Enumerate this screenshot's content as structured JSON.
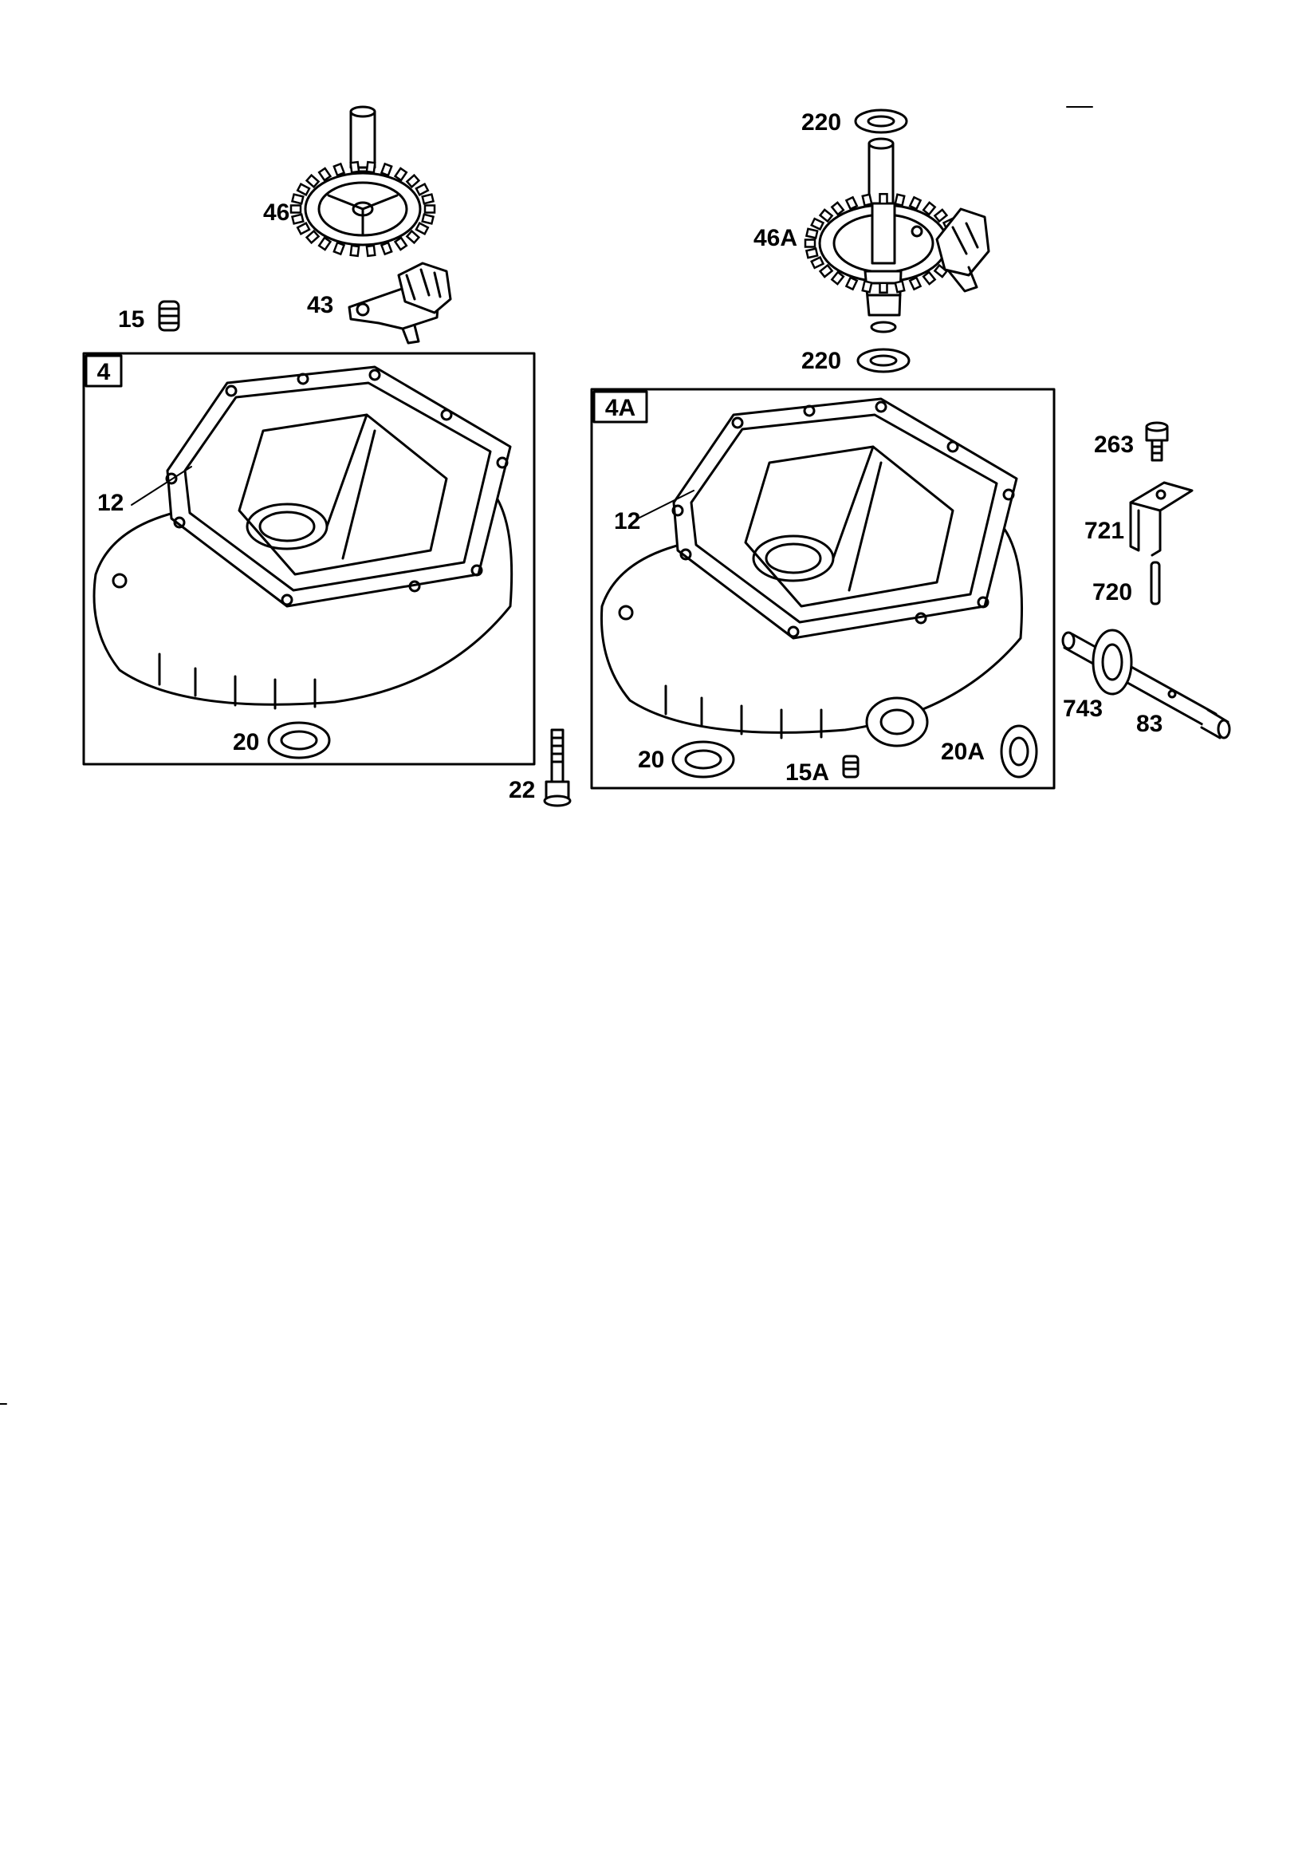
{
  "diagram": {
    "boxes": [
      {
        "id": "box-4",
        "tag": "4"
      },
      {
        "id": "box-4a",
        "tag": "4A"
      }
    ],
    "labels": {
      "p46": "46",
      "p43": "43",
      "p15": "15",
      "p12a": "12",
      "p20a": "20",
      "p22": "22",
      "p220top": "220",
      "p46a": "46A",
      "p220bot": "220",
      "p12b": "12",
      "p20b": "20",
      "p15a": "15A",
      "p20Ab": "20A",
      "p263": "263",
      "p721": "721",
      "p720": "720",
      "p743": "743",
      "p83": "83"
    }
  }
}
